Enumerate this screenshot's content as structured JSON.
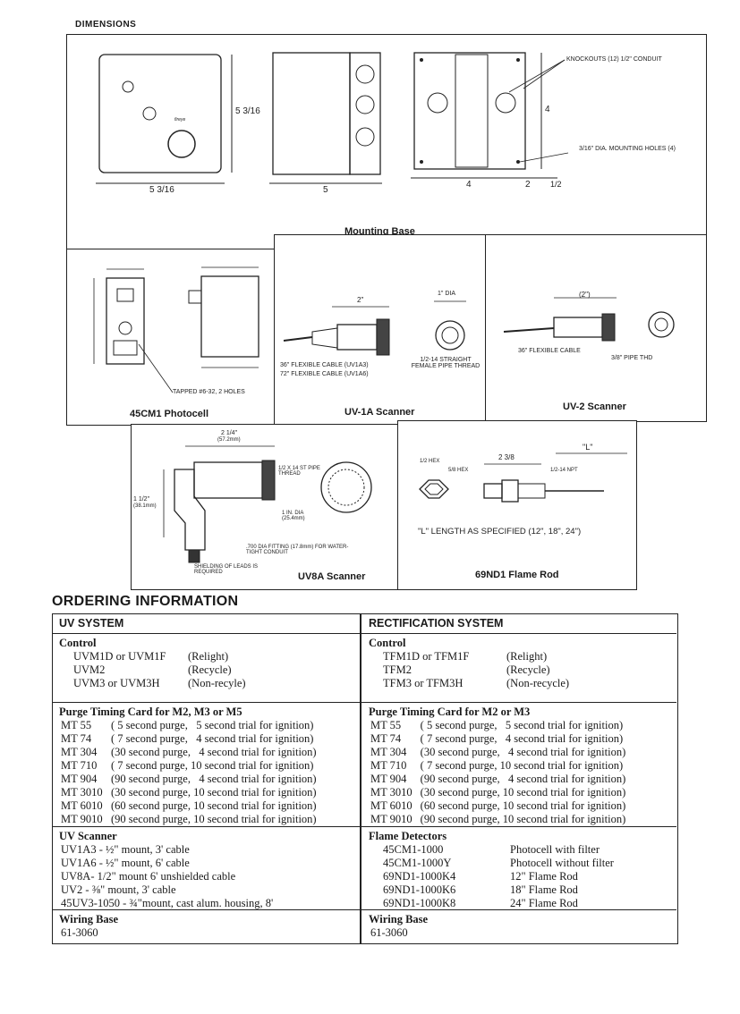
{
  "dimensions": {
    "title": "DIMENSIONS",
    "mounting_base": {
      "caption": "Mounting Base",
      "dim_height": "5 3/16",
      "dim_width": "5 3/16",
      "dim_depth": "5",
      "dim_4_vert": "4",
      "dim_4_horiz": "4",
      "dim_2": "2",
      "dim_half": "1/2",
      "knockouts_note": "KNOCKOUTS (12) 1/2\" CONDUIT",
      "mounting_holes_note": "3/16\" DIA. MOUNTING HOLES (4)",
      "logo": "fireye"
    },
    "photocell": {
      "caption": "45CM1 Photocell",
      "tapped_note": "TAPPED #6-32, 2 HOLES"
    },
    "uv1a": {
      "caption": "UV-1A Scanner",
      "dim_length": "2\"",
      "dim_dia": "1\" DIA",
      "cable_note_1": "36\" FLEXIBLE CABLE (UV1A3)",
      "cable_note_2": "72\" FLEXIBLE CABLE (UV1A6)",
      "thread_note": "1/2-14 STRAIGHT FEMALE PIPE THREAD"
    },
    "uv2": {
      "caption": "UV-2 Scanner",
      "dim_length": "(2\")",
      "cable_note": "36\" FLEXIBLE CABLE",
      "pipe_note": "3/8\" PIPE THD"
    },
    "uv8a": {
      "caption": "UV8A Scanner",
      "dim_top": "2 1/4\"",
      "dim_top_mm": "(57.2mm)",
      "dim_side": "1 1/2\"",
      "dim_side_mm": "(38.1mm)",
      "thread_note": "1/2 X 14 ST PIPE THREAD",
      "dia_note": "1 IN. DIA (25.4mm)",
      "fitting_note": ".700 DIA FITTING (17.8mm) FOR WATER-TIGHT CONDUIT",
      "shield_note": "SHIELDING OF LEADS IS REQUIRED"
    },
    "flame_rod": {
      "caption": "69ND1 Flame Rod",
      "hex_1": "1/2 HEX",
      "hex_2": "5/8 HEX",
      "dim_2": "2 3/8",
      "dim_l": "\"L\"",
      "thread": "1/2-14 NPT",
      "length_note": "\"L\" LENGTH AS SPECIFIED (12\", 18\", 24\")"
    }
  },
  "ordering": {
    "title": "ORDERING INFORMATION",
    "uv_system": {
      "header": "UV SYSTEM",
      "control_title": "Control",
      "control": [
        {
          "model": "UVM1D or UVM1F",
          "note": "(Relight)"
        },
        {
          "model": "UVM2",
          "note": "(Recycle)"
        },
        {
          "model": "UVM3 or UVM3H",
          "note": "(Non-recyle)"
        }
      ],
      "purge_title": "Purge Timing Card for M2, M3 or M5",
      "purge": [
        {
          "model": "MT 55",
          "desc": "( 5 second purge,   5 second trial for ignition)"
        },
        {
          "model": "MT 74",
          "desc": "( 7 second purge,   4 second trial for ignition)"
        },
        {
          "model": "MT 304",
          "desc": "(30 second purge,   4 second trial for ignition)"
        },
        {
          "model": "MT 710",
          "desc": "( 7 second purge, 10 second trial for ignition)"
        },
        {
          "model": "MT 904",
          "desc": "(90 second purge,   4 second trial for ignition)"
        },
        {
          "model": "MT 3010",
          "desc": "(30 second purge, 10 second trial for ignition)"
        },
        {
          "model": "MT 6010",
          "desc": "(60 second purge, 10 second trial for ignition)"
        },
        {
          "model": "MT 9010",
          "desc": "(90 second purge, 10 second trial for ignition)"
        }
      ],
      "scanner_title": "UV Scanner",
      "scanner": [
        "UV1A3 - ½\" mount, 3' cable",
        "UV1A6 - ½\" mount, 6' cable",
        "UV8A- 1/2\" mount 6' unshielded cable",
        "UV2 -     ⅜\" mount, 3' cable",
        "45UV3-1050 - ¾\"mount, cast alum. housing, 8'"
      ],
      "wiring_title": "Wiring Base",
      "wiring": "61-3060"
    },
    "rect_system": {
      "header": "RECTIFICATION SYSTEM",
      "control_title": "Control",
      "control": [
        {
          "model": "TFM1D or TFM1F",
          "note": "(Relight)"
        },
        {
          "model": "TFM2",
          "note": "(Recycle)"
        },
        {
          "model": "TFM3 or TFM3H",
          "note": "(Non-recycle)"
        }
      ],
      "purge_title": "Purge Timing Card for M2 or M3",
      "purge": [
        {
          "model": "MT 55",
          "desc": "( 5 second purge,   5 second trial for ignition)"
        },
        {
          "model": "MT 74",
          "desc": "( 7 second purge,   4 second trial for ignition)"
        },
        {
          "model": "MT 304",
          "desc": "(30 second purge,   4 second trial for ignition)"
        },
        {
          "model": "MT 710",
          "desc": "( 7 second purge, 10 second trial for ignition)"
        },
        {
          "model": "MT 904",
          "desc": "(90 second purge,   4 second trial for ignition)"
        },
        {
          "model": "MT 3010",
          "desc": "(30 second purge, 10 second trial for ignition)"
        },
        {
          "model": "MT 6010",
          "desc": "(60 second purge, 10 second trial for ignition)"
        },
        {
          "model": "MT 9010",
          "desc": "(90 second purge, 10 second trial for ignition)"
        }
      ],
      "detector_title": "Flame Detectors",
      "detectors": [
        {
          "model": "45CM1-1000",
          "desc": "Photocell with filter"
        },
        {
          "model": "45CM1-1000Y",
          "desc": "Photocell without filter"
        },
        {
          "model": "69ND1-1000K4",
          "desc": "12\" Flame Rod"
        },
        {
          "model": "69ND1-1000K6",
          "desc": "18\" Flame Rod"
        },
        {
          "model": "69ND1-1000K8",
          "desc": "24\" Flame Rod"
        }
      ],
      "wiring_title": "Wiring Base",
      "wiring": "61-3060"
    }
  }
}
